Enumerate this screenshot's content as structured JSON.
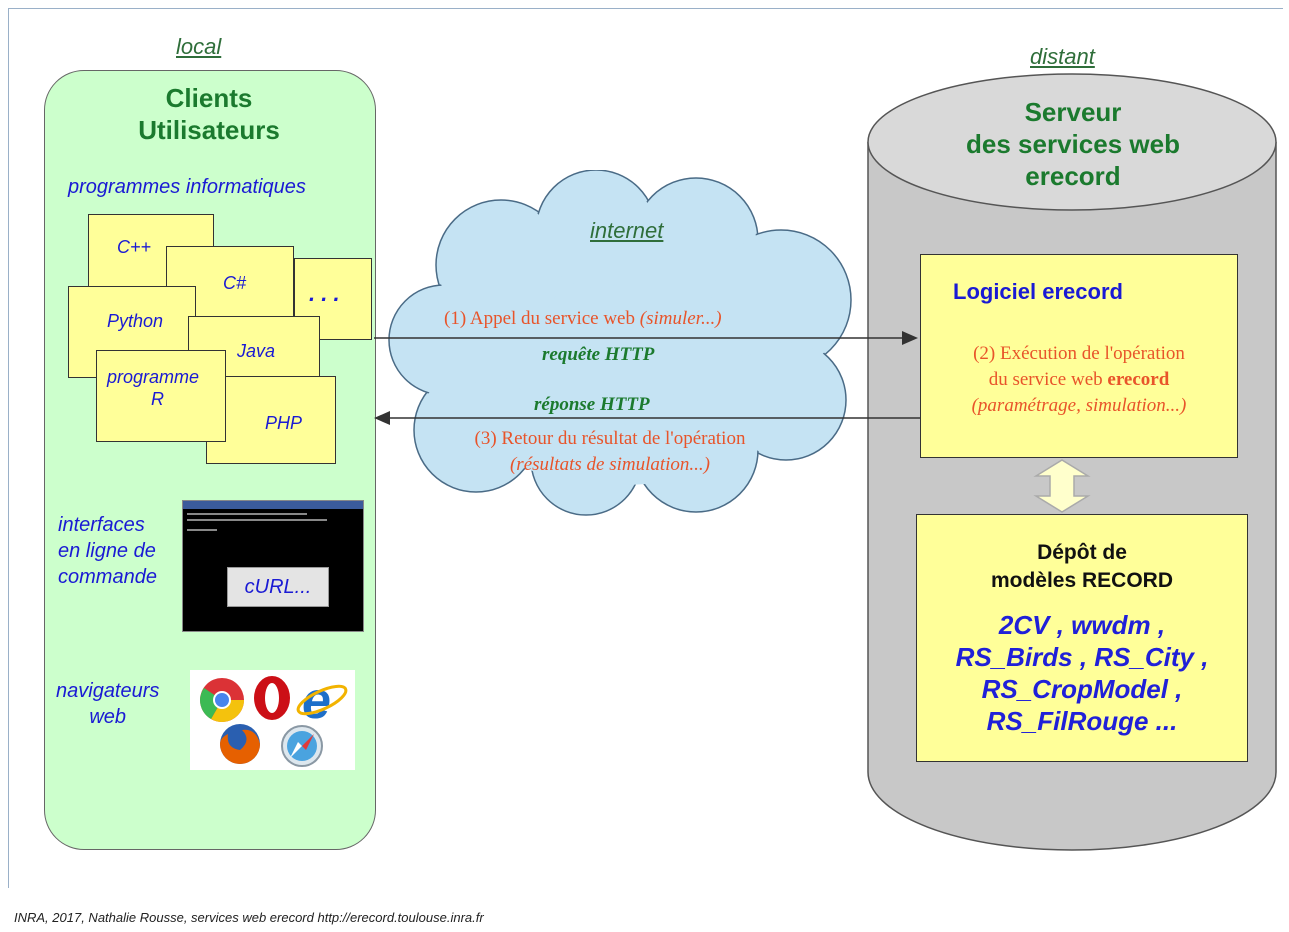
{
  "labels": {
    "local": "local",
    "distant": "distant",
    "internet": "internet"
  },
  "clients": {
    "title_line1": "Clients",
    "title_line2": "Utilisateurs",
    "programs_heading": "programmes informatiques",
    "programs": [
      "C++",
      "C#",
      ". . .",
      "Python",
      "Java",
      "programme",
      "R",
      "PHP"
    ],
    "cli_heading_lines": [
      "interfaces",
      "en ligne de",
      "commande"
    ],
    "cli_tool": "cURL...",
    "browsers_heading_lines": [
      "navigateurs",
      "web"
    ]
  },
  "server": {
    "title_lines": [
      "Serveur",
      "des services web",
      "erecord"
    ],
    "software_title": "Logiciel erecord",
    "operation_line1": "(2) Exécution de l'opération",
    "operation_line2_prefix": "du service web ",
    "operation_line2_bold": "erecord",
    "operation_line3": "(paramétrage, simulation...)",
    "depot_line1": "Dépôt de",
    "depot_line2": "modèles RECORD",
    "models": [
      "2CV , wwdm ,",
      "RS_Birds , RS_City ,",
      "RS_CropModel ,",
      "RS_FilRouge ..."
    ]
  },
  "arrows": {
    "call_text": "(1) Appel du service web ",
    "call_italic": "(simuler...)",
    "request": "requête HTTP",
    "response": "réponse HTTP",
    "return_line1": "(3) Retour du résultat de l'opération",
    "return_line2": "(résultats de simulation...)"
  },
  "footer": "INRA, 2017, Nathalie Rousse, services web erecord http://erecord.toulouse.inra.fr",
  "colors": {
    "client_panel": "#ccffcc",
    "cylinder_body": "#c8c8c8",
    "yellow": "#ffff99",
    "cloud": "#c5e3f3",
    "red_text": "#e8542a",
    "green_text": "#1b7a2e",
    "blue_text": "#1a1ad4"
  }
}
